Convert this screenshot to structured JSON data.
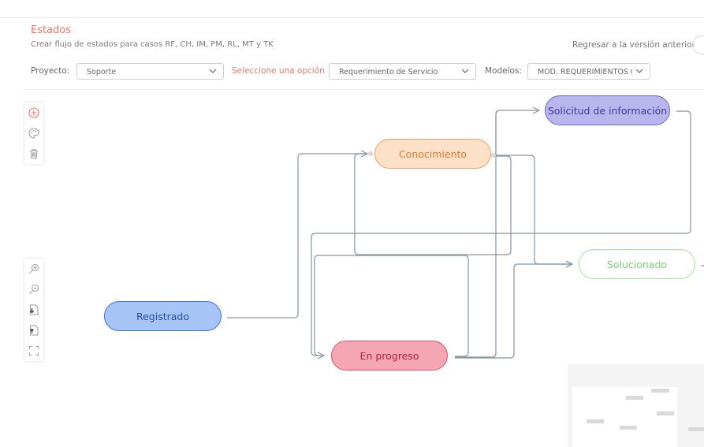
{
  "header": {
    "title": "Estados",
    "subtitle": "Crear flujo de estados para casos RF, CH, IM, PM, RL, MT y TK",
    "revert_label": "Regresar a la versión anterior"
  },
  "filters": {
    "project_label": "Proyecto:",
    "project_value": "Soporte",
    "option_label": "Seleccione una opción",
    "option_value": "Requerimiento de Servicio",
    "models_label": "Modelos:",
    "models_value": "MOD. REQUERIMIENTOS Q..."
  },
  "toolbar_top": [
    "add-icon",
    "palette-icon",
    "trash-icon"
  ],
  "toolbar_bottom": [
    "zoom-in-icon",
    "zoom-out-icon",
    "download-icon",
    "upload-icon",
    "fit-screen-icon"
  ],
  "nodes": {
    "registrado": {
      "label": "Registrado",
      "fill": "#a6c4f5",
      "stroke": "#3d6fd8",
      "text": "#2750a8"
    },
    "conocimiento": {
      "label": "Conocimiento",
      "fill": "#fde0c8",
      "stroke": "#f0a060",
      "text": "#e57a2e"
    },
    "solicitud": {
      "label": "Solicitud de información",
      "fill": "#b9b6ee",
      "stroke": "#6d65c9",
      "text": "#3f3897"
    },
    "solucionado": {
      "label": "Solucionado",
      "fill": "#ffffff",
      "stroke": "#9fe59a",
      "text": "#7ad373"
    },
    "en_progreso": {
      "label": "En progreso",
      "fill": "#f4a6b3",
      "stroke": "#d9546b",
      "text": "#b2243d"
    }
  },
  "colors": {
    "accent": "#e8766a",
    "edge": "#8794a5"
  }
}
